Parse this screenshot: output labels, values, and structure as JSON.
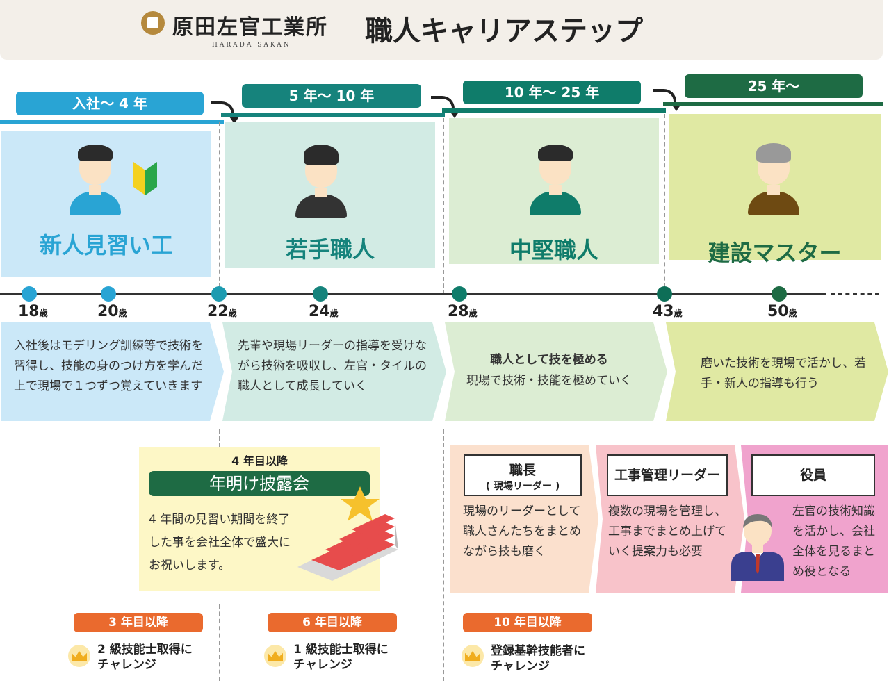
{
  "header": {
    "company": "原田左官工業所",
    "company_en": "HARADA SAKAN",
    "title": "職人キャリアステップ"
  },
  "colors": {
    "stage1": "#29a4d4",
    "stage2": "#16837c",
    "stage3": "#0f7c6a",
    "stage4": "#1e6b44",
    "badge": "#ea6a2e"
  },
  "periods": [
    "入社〜 4 年",
    "5 年〜 10 年",
    "10 年〜 25 年",
    "25 年〜"
  ],
  "stages": [
    "新人見習い工",
    "若手職人",
    "中堅職人",
    "建設マスター"
  ],
  "ages": [
    {
      "num": "18",
      "unit": "歳"
    },
    {
      "num": "20",
      "unit": "歳"
    },
    {
      "num": "22",
      "unit": "歳"
    },
    {
      "num": "24",
      "unit": "歳"
    },
    {
      "num": "28",
      "unit": "歳"
    },
    {
      "num": "43",
      "unit": "歳"
    },
    {
      "num": "50",
      "unit": "歳"
    }
  ],
  "descriptions": [
    {
      "text": "入社後はモデリング訓練等で技術を習得し、技能の身のつけ方を学んだ上で現場で１つずつ覚えていきます"
    },
    {
      "text": "先輩や現場リーダーの指導を受けながら技術を吸収し、左官・タイルの職人として成長していく"
    },
    {
      "heading": "職人として技を極める",
      "text": "現場で技術・技能を極めていく"
    },
    {
      "text": "磨いた技術を現場で活かし、若手・新人の指導も行う"
    }
  ],
  "event": {
    "when": "4 年目以降",
    "title": "年明け披露会",
    "text": "4 年間の見習い期間を終了した事を会社全体で盛大にお祝いします。"
  },
  "roles": [
    {
      "title": "職長",
      "subtitle": "( 現場リーダー )",
      "text": "現場のリーダーとして職人さんたちをまとめながら技も磨く"
    },
    {
      "title": "工事管理リーダー",
      "text": "複数の現場を管理し、工事までまとめ上げていく提案力も必要"
    },
    {
      "title": "役員",
      "text": "左官の技術知識を活かし、会社全体を見るまとめ役となる"
    }
  ],
  "challenges": [
    {
      "when": "3 年目以降",
      "line1": "2 級技能士取得に",
      "line2": "チャレンジ"
    },
    {
      "when": "6 年目以降",
      "line1": "1 級技能士取得に",
      "line2": "チャレンジ"
    },
    {
      "when": "10 年目以降",
      "line1": "登録基幹技能者に",
      "line2": "チャレンジ"
    }
  ]
}
